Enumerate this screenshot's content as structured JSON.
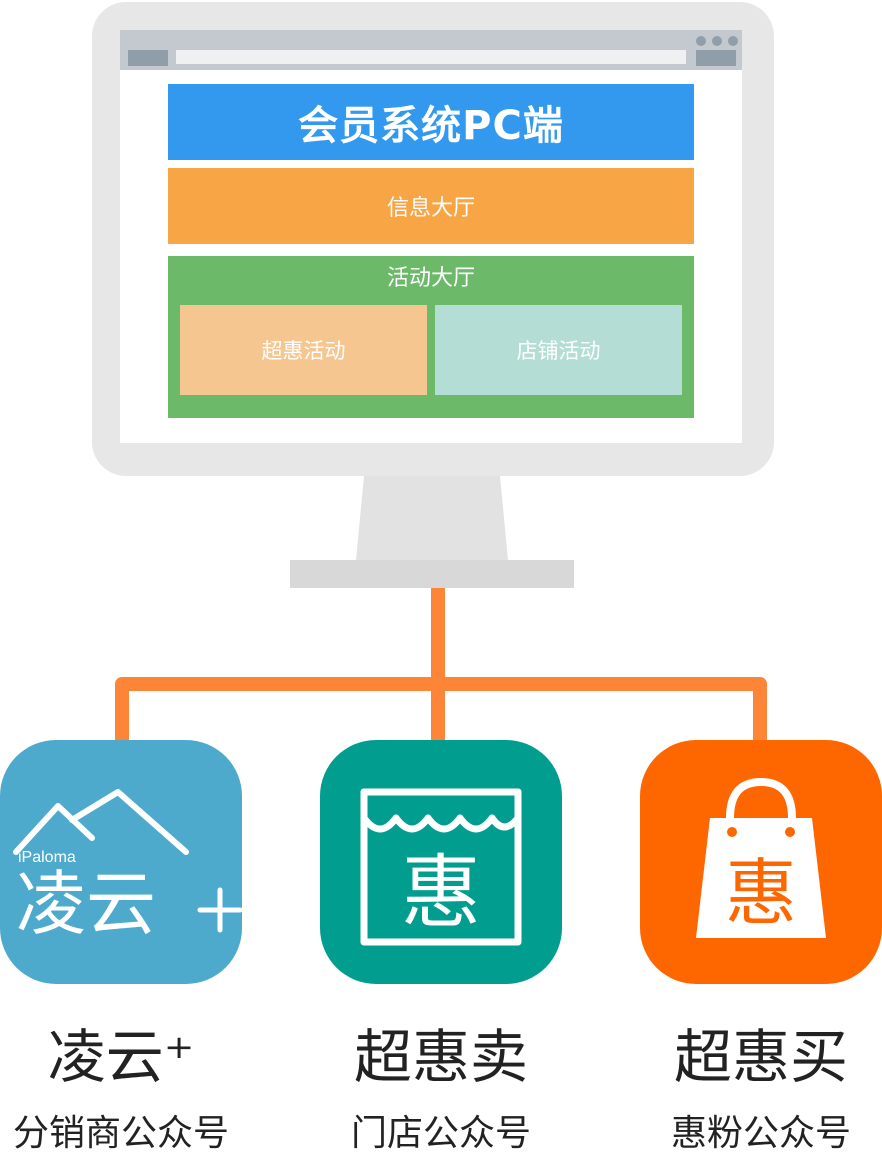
{
  "pc_system": {
    "title": "会员系统PC端",
    "info_hall": "信息大厅",
    "activity_hall": {
      "title": "活动大厅",
      "items": [
        "超惠活动",
        "店铺活动"
      ]
    }
  },
  "apps": [
    {
      "name": "凌云⁺",
      "subtitle": "分销商公众号",
      "icon": "house-lingyun-icon",
      "icon_brand": "iPaloma",
      "icon_text": "凌云",
      "color": "#4eaacd"
    },
    {
      "name": "超惠卖",
      "subtitle": "门店公众号",
      "icon": "storefront-icon",
      "icon_text": "惠",
      "color": "#019e8f"
    },
    {
      "name": "超惠买",
      "subtitle": "惠粉公众号",
      "icon": "shopping-bag-icon",
      "icon_text": "惠",
      "color": "#fe6700"
    }
  ],
  "colors": {
    "title_blue": "#3399ee",
    "info_orange": "#f8a546",
    "activity_green": "#6db96a",
    "promo_peach": "#f6c690",
    "store_mint": "#b4ddd6",
    "connector_orange": "#fd8537"
  }
}
